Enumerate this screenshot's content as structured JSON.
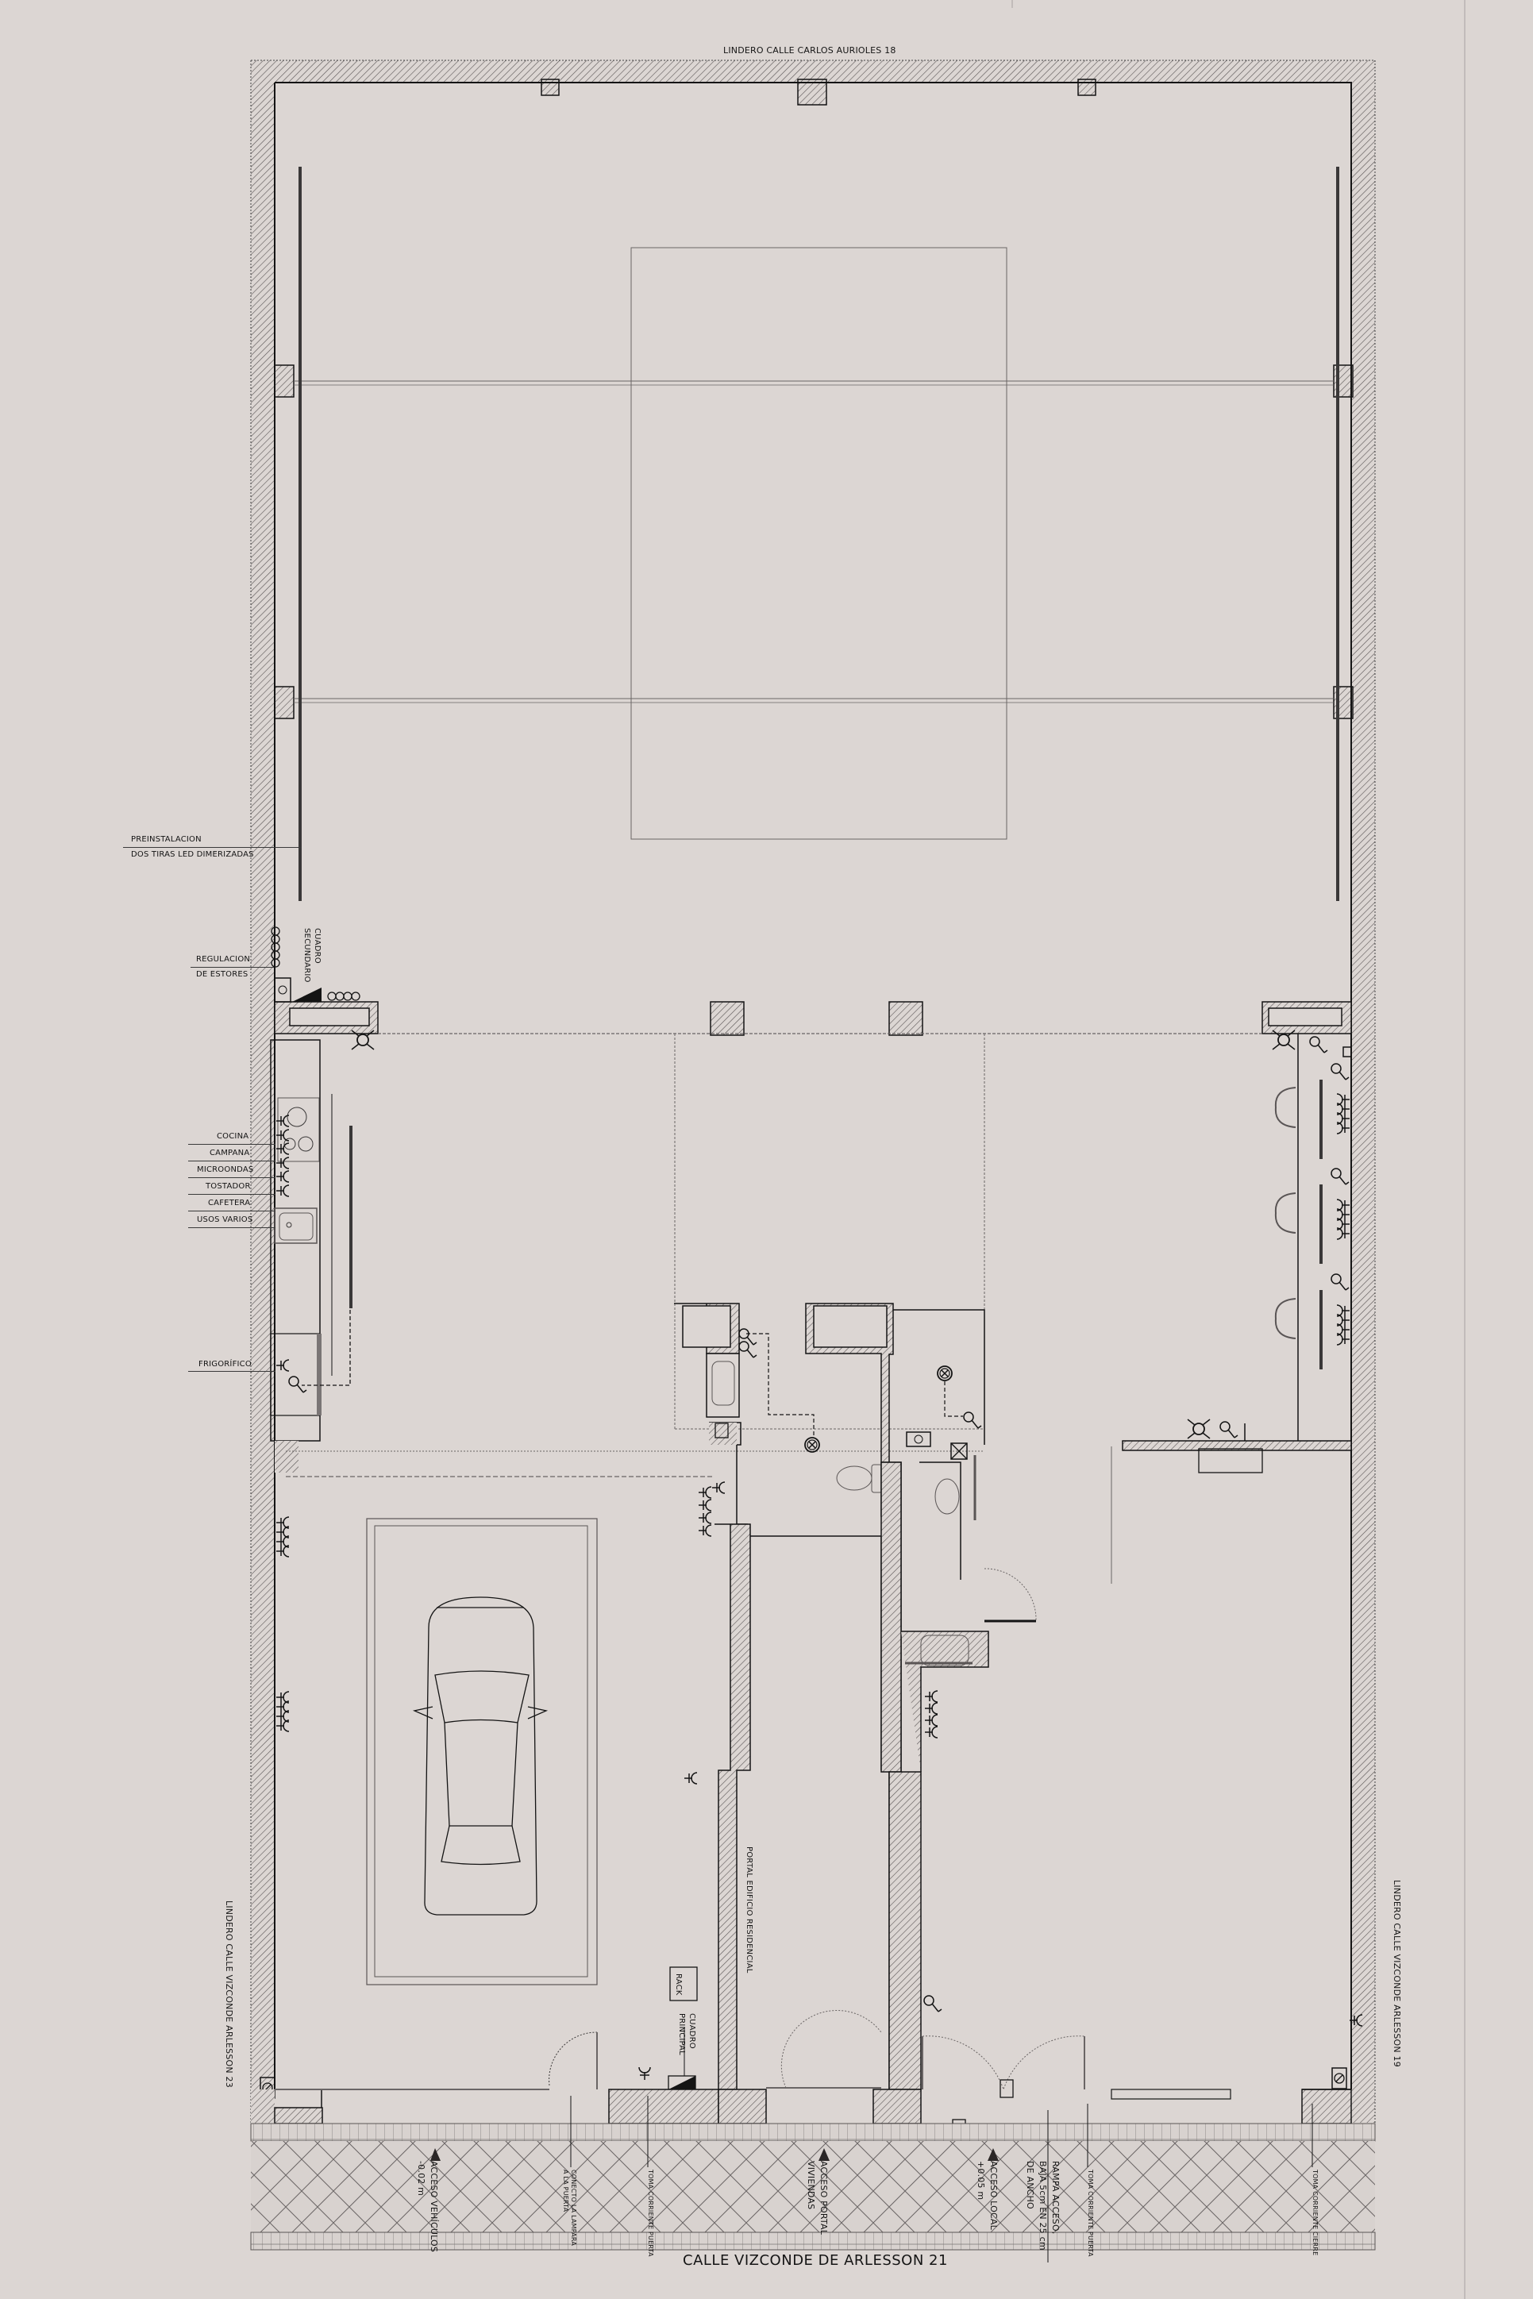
{
  "drawing": {
    "type": "architectural floor plan",
    "background_color": "#dcd6d3",
    "line_color": "#141414",
    "hatch_color": "#5a5555"
  },
  "boundaries": {
    "top": "LINDERO CALLE CARLOS AURIOLES 18",
    "left": "LINDERO CALLE VIZCONDE ARLESSON 23",
    "right": "LINDERO CALLE VIZCONDE ARLESSON 19",
    "bottom_street": "CALLE VIZCONDE DE ARLESSON 21"
  },
  "annotations": {
    "led": [
      "PREINSTALACION",
      "DOS TIRAS LED DIMERIZADAS"
    ],
    "estores": [
      "REGULACION",
      "DE ESTORES"
    ],
    "cuadro_secundario": [
      "CUADRO",
      "SECUNDARIO"
    ],
    "kitchen_outlets": [
      "COCINA",
      "CAMPANA",
      "MICROONDAS",
      "TOSTADOR",
      "CAFETERA",
      "USOS VARIOS"
    ],
    "fridge": "FRIGORÍFICO",
    "rack": "RACK",
    "cuadro_principal": [
      "CUADRO",
      "PRINCIPAL"
    ],
    "portal": "PORTAL EDIFICIO RESIDENCIAL"
  },
  "street_labels": {
    "acceso_vehiculos": [
      "ACCESO VEHÍCULOS",
      "-0.02 m"
    ],
    "lampara": [
      "CONECTO LA LAMPARA",
      "A LA PUERTA"
    ],
    "toma_puerta_1": "TOMA CORRIENTE PUERTA",
    "acceso_portal": [
      "ACCESO PORTAL",
      "VIVIENDAS"
    ],
    "acceso_local": [
      "ACCESO LOCAL",
      "+0.05 m"
    ],
    "rampa": [
      "RAMPA ACCESO,",
      "BAJA 5cm EN 25 cm",
      "DE ANCHO"
    ],
    "toma_puerta_2": "TOMA CORRIENTE PUERTA",
    "toma_cierre": "TOMA CORRIENTE CIERRE"
  },
  "icons": [
    "outlet-icon",
    "switch-icon",
    "ceiling-light-icon",
    "wall-light-icon",
    "electrical-panel-icon",
    "extractor-fan-icon",
    "car-icon",
    "toilet-icon",
    "sink-icon",
    "chair-icon",
    "stove-icon",
    "door-swing-icon"
  ]
}
